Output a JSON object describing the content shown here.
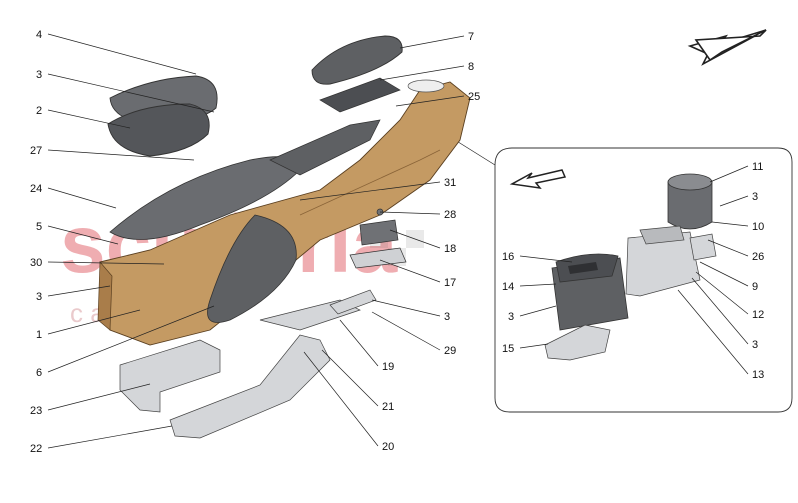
{
  "watermark": {
    "line1": "scuderia",
    "line2": "c a r p a r t s"
  },
  "callouts": {
    "c1": "1",
    "c2": "2",
    "c3a": "3",
    "c3b": "3",
    "c3c": "3",
    "c3d": "3",
    "c3e": "3",
    "c3f": "3",
    "c4": "4",
    "c5": "5",
    "c6": "6",
    "c7": "7",
    "c8": "8",
    "c9": "9",
    "c10": "10",
    "c11": "11",
    "c12": "12",
    "c13": "13",
    "c14": "14",
    "c15": "15",
    "c16": "16",
    "c17": "17",
    "c18": "18",
    "c19": "19",
    "c20": "20",
    "c21": "21",
    "c22": "22",
    "c23": "23",
    "c24": "24",
    "c25": "25",
    "c26": "26",
    "c27": "27",
    "c28": "28",
    "c29": "29",
    "c30": "30",
    "c31": "31"
  },
  "colors": {
    "wood": "#c49a63",
    "wood_dark": "#8a6438",
    "trim": "#5e6063",
    "metal": "#cfd1d4",
    "watermark": "#e36b73"
  },
  "icons": {
    "direction": "arrow-icon"
  }
}
